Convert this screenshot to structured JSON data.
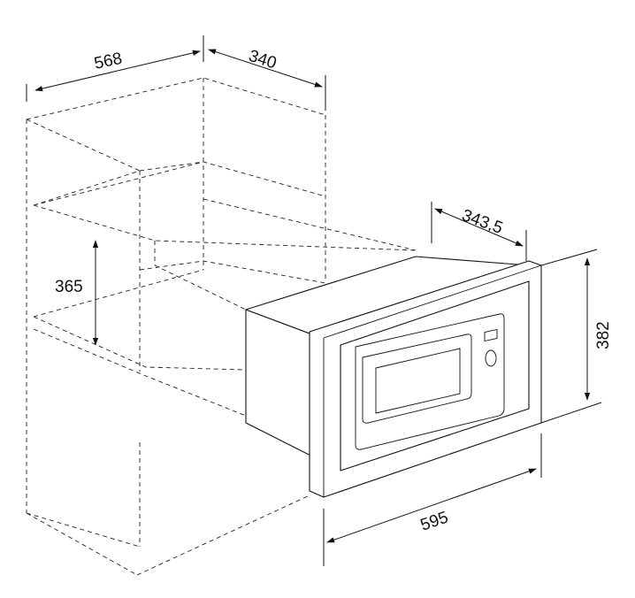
{
  "dimensions": {
    "cabinet_width": "568",
    "cabinet_depth": "340",
    "niche_height": "365",
    "unit_depth": "343,5",
    "unit_height": "382",
    "unit_width": "595"
  },
  "colors": {
    "line": "#111111",
    "background": "#ffffff"
  }
}
